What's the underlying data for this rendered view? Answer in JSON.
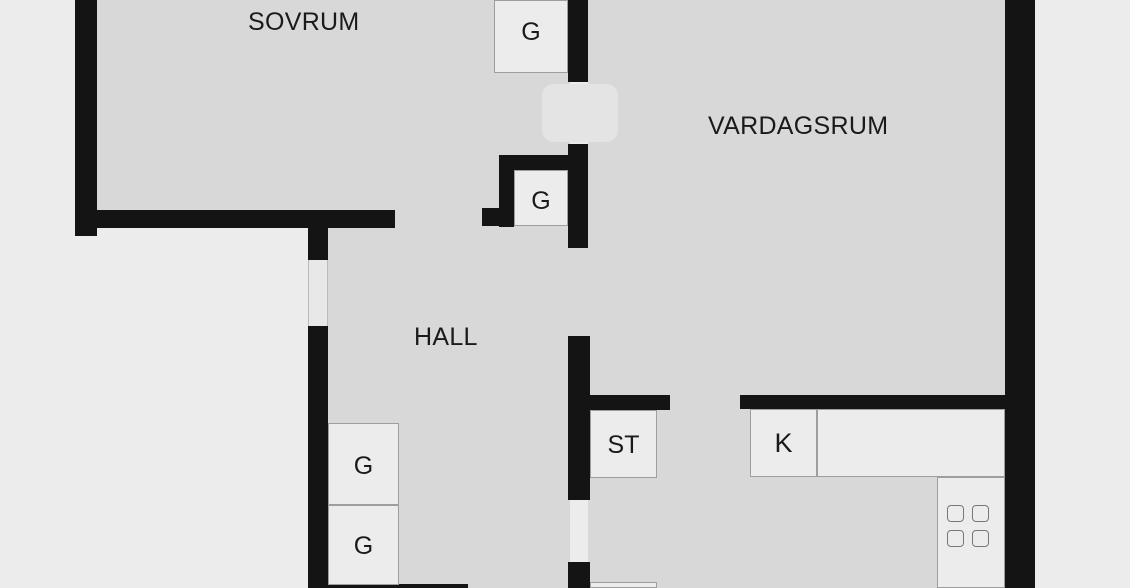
{
  "rooms": {
    "sovrum": "SOVRUM",
    "vardagsrum": "VARDAGSRUM",
    "hall": "HALL"
  },
  "fixtures": {
    "wardrobe_top": "G",
    "wardrobe_mid": "G",
    "wardrobe_hall_1": "G",
    "wardrobe_hall_2": "G",
    "storage": "ST",
    "kitchen": "K"
  },
  "colors": {
    "wall": "#141414",
    "floor": "#d8d8d8",
    "background": "#ececec"
  },
  "icons": {
    "stove": "stove-icon"
  }
}
